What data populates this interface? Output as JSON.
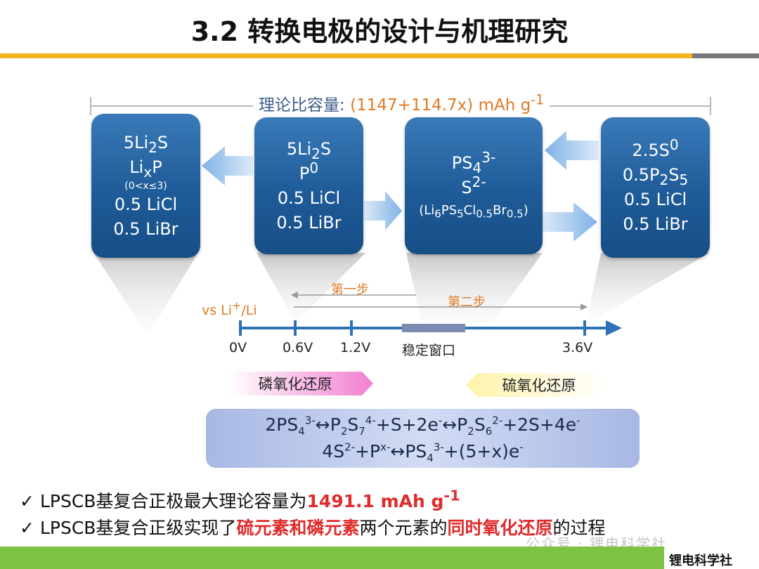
{
  "header": {
    "title": "3.2 转换电极的设计与机理研究"
  },
  "capacity": {
    "label": "理论比容量: ",
    "value": "(1147+114.7x) mAh g",
    "exp": "-1"
  },
  "boxes": {
    "b1": {
      "l1a": "5Li",
      "l1b": "2",
      "l1c": "S",
      "l2a": "Li",
      "l2b": "x",
      "l2c": "P",
      "l3": "(0<x≤3)",
      "l4": "0.5 LiCl",
      "l5": "0.5 LiBr"
    },
    "b2": {
      "l1a": "5Li",
      "l1b": "2",
      "l1c": "S",
      "l2a": "P",
      "l2b": "0",
      "l3": "0.5 LiCl",
      "l4": "0.5 LiBr"
    },
    "b3": {
      "l1a": "PS",
      "l1b": "4",
      "l1c": "3-",
      "l2a": "S",
      "l2b": "2-",
      "l3a": "(Li",
      "l3b": "6",
      "l3c": "PS",
      "l3d": "5",
      "l3e": "Cl",
      "l3f": "0.5",
      "l3g": "Br",
      "l3h": "0.5",
      "l3i": ")"
    },
    "b4": {
      "l1a": "2.5S",
      "l1b": "0",
      "l2a": "0.5P",
      "l2b": "2",
      "l2c": "S",
      "l2d": "5",
      "l3": "0.5 LiCl",
      "l4": "0.5 LiBr"
    }
  },
  "steps": {
    "step1": "第一步",
    "step2": "第二步"
  },
  "axis": {
    "ref_a": "vs Li",
    "ref_b": "+",
    "ref_c": "/Li",
    "ticks": [
      "0V",
      "0.6V",
      "1.2V",
      "稳定窗口",
      "3.6V"
    ]
  },
  "redox": {
    "phosphorus": "磷氧化还原",
    "sulfur": "硫氧化还原"
  },
  "equations": {
    "eq1": [
      "2PS",
      "4",
      "3-",
      "↔P",
      "2",
      "S",
      "7",
      "4-",
      "+S+2e",
      "-",
      "↔P",
      "2",
      "S",
      "6",
      "2-",
      "+2S+4e",
      "-"
    ],
    "eq2": [
      "4S",
      "2-",
      "+P",
      "x-",
      "↔PS",
      "4",
      "3-",
      "+(5+x)e",
      "-"
    ]
  },
  "bullets": {
    "check": "✓",
    "b1_pre": "LPSCB基复合正极最大理论容量为",
    "b1_hl": "1491.1 mAh g",
    "b1_exp": "-1",
    "b2_pre": "LPSCB基复合正级实现了",
    "b2_hl1": "硫元素和磷元素",
    "b2_mid": "两个元素的",
    "b2_hl2": "同时氧化还原",
    "b2_post": "的过程"
  },
  "footer": {
    "brand": "锂电科学社",
    "watermark": "公众号 · 锂电科学社"
  },
  "colors": {
    "title_bar": "#f2b51e",
    "box": "#1e5b98",
    "axis": "#2e74b5",
    "highlight": "#e02b2b",
    "accent": "#e07a22",
    "bottom_bar": "#7dc242"
  }
}
